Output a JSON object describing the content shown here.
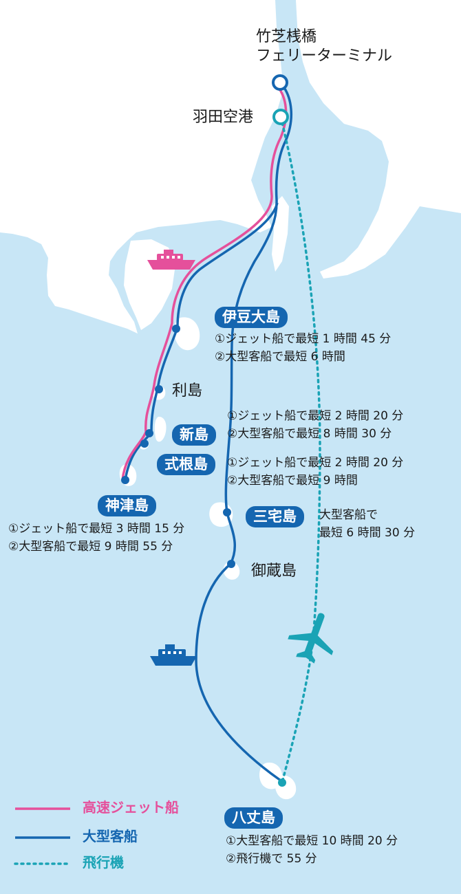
{
  "colors": {
    "sea": "#c8e6f6",
    "land": "#ffffff",
    "jet": "#e5509b",
    "ship": "#1566b0",
    "air": "#1aa3b5"
  },
  "origins": {
    "ferry_terminal": "竹芝桟橋\nフェリーターミナル",
    "airport": "羽田空港"
  },
  "islands": {
    "izu_oshima": {
      "name": "伊豆大島",
      "info": [
        "①ジェット船で最短 1 時間 45 分",
        "②大型客船で最短 6 時間"
      ]
    },
    "toshima": {
      "name": "利島"
    },
    "niijima": {
      "name": "新島",
      "info": [
        "①ジェット船で最短 2 時間 20 分",
        "②大型客船で最短 8 時間 30 分"
      ]
    },
    "shikinejima": {
      "name": "式根島",
      "info": [
        "①ジェット船で最短 2 時間 20 分",
        "②大型客船で最短 9 時間"
      ]
    },
    "kozushima": {
      "name": "神津島",
      "info": [
        "①ジェット船で最短 3 時間 15 分",
        "②大型客船で最短 9 時間 55 分"
      ]
    },
    "miyakejima": {
      "name": "三宅島",
      "info": [
        "大型客船で",
        "最短 6 時間 30 分"
      ]
    },
    "mikurajima": {
      "name": "御蔵島"
    },
    "hachijojima": {
      "name": "八丈島",
      "info": [
        "①大型客船で最短 10 時間 20 分",
        "②飛行機で 55 分"
      ]
    }
  },
  "icons": {
    "jet_ship": "ship-icon",
    "large_ship": "ship-icon",
    "airplane": "airplane-icon"
  },
  "legend": [
    {
      "label": "高速ジェット船",
      "style": "solid",
      "color": "#e5509b"
    },
    {
      "label": "大型客船",
      "style": "solid",
      "color": "#1566b0"
    },
    {
      "label": "飛行機",
      "style": "dotted",
      "color": "#1aa3b5"
    }
  ]
}
